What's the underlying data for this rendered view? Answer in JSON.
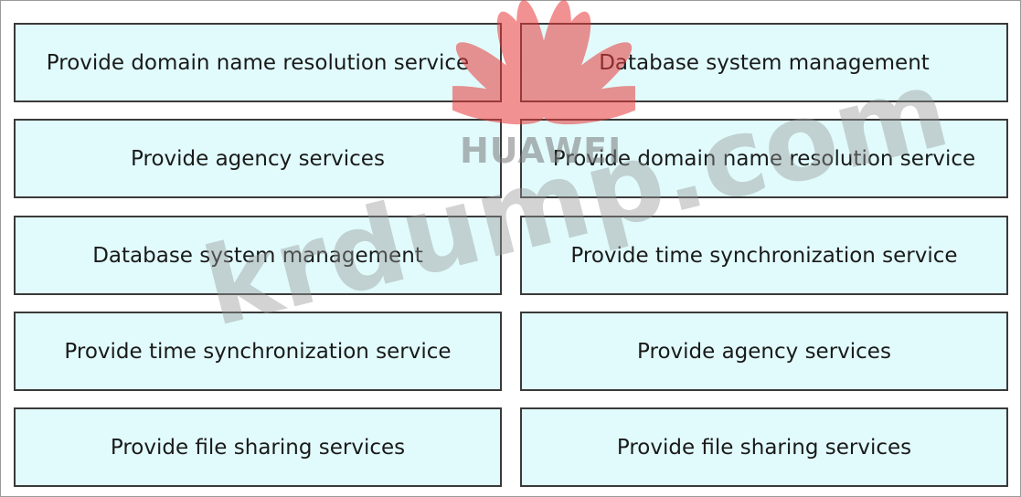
{
  "left_column": [
    "Provide domain name resolution service",
    "Provide agency services",
    "Database system management",
    "Provide time synchronization service",
    "Provide file sharing services"
  ],
  "right_column": [
    "Database system management",
    "Provide domain name resolution service",
    "Provide time synchronization service",
    "Provide agency services",
    "Provide file sharing services"
  ],
  "watermark": {
    "brand": "HUAWEI",
    "site": "krdump.com",
    "logo_color": "#e8393a"
  },
  "colors": {
    "box_fill": "#e1fbfc",
    "box_border": "#3a3a3a"
  }
}
